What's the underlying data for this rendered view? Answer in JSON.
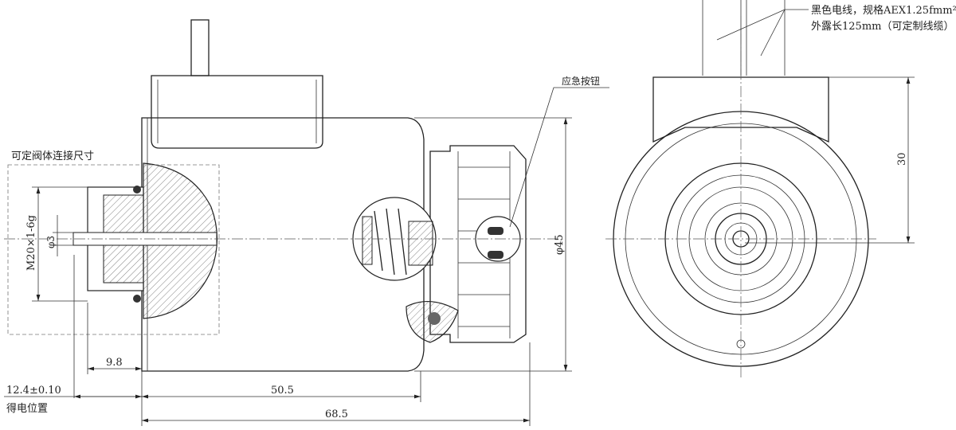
{
  "annotations": {
    "wire_spec_line1": "黑色电线，规格AEX1.25fmm²",
    "wire_spec_line2": "外露长125mm（可定制线缆）",
    "emergency_button": "应急按钮",
    "valve_connection": "可定阀体连接尺寸",
    "energized_position": "得电位置"
  },
  "dimensions": {
    "thread": "M20×1-6g",
    "bore": "φ3",
    "d_9_8": "9.8",
    "d_12_4": "12.4±0.10",
    "d_50_5": "50.5",
    "d_68_5": "68.5",
    "diameter": "φ45",
    "height_30": "30"
  }
}
